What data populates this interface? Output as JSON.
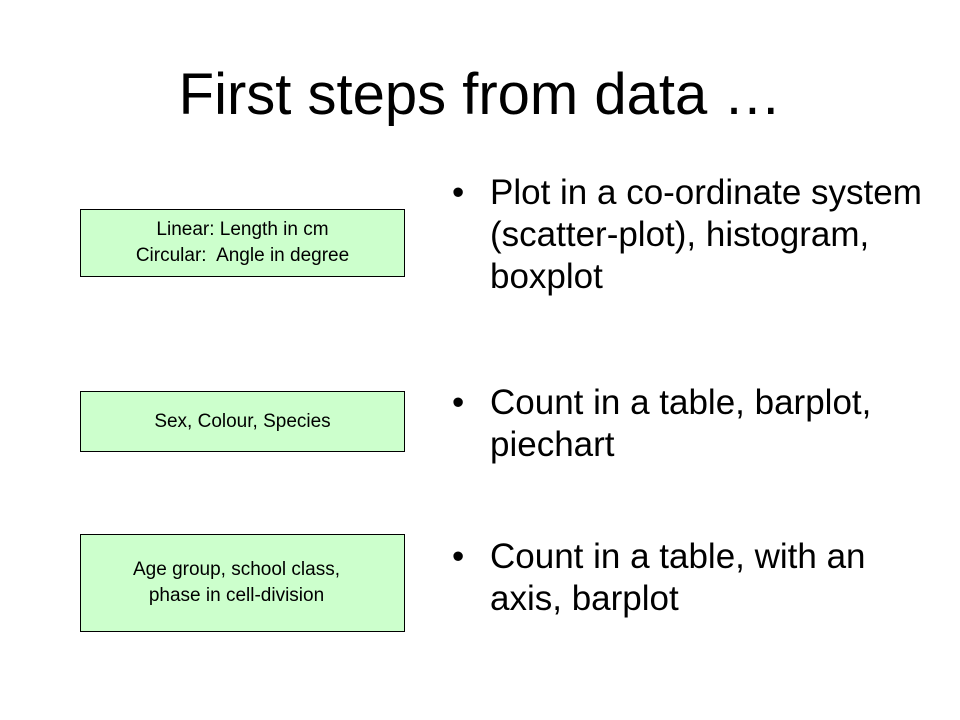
{
  "title": "First steps from data …",
  "boxes": [
    {
      "lines": [
        "Linear: Length in cm",
        "Circular:  Angle in degree"
      ]
    },
    {
      "lines": [
        "Sex, Colour, Species"
      ]
    },
    {
      "lines": [
        "Age group, school class,",
        "phase in cell-division"
      ]
    }
  ],
  "bullets": [
    {
      "mark": "•",
      "text": "Plot in a co-ordinate system (scatter-plot), histogram, boxplot"
    },
    {
      "mark": "•",
      "text": "Count in a table, barplot, piechart"
    },
    {
      "mark": "•",
      "text": "Count in a table, with an axis, barplot"
    }
  ],
  "colors": {
    "box_fill": "#ccffcc",
    "box_border": "#000000",
    "text": "#000000",
    "background": "#ffffff"
  }
}
